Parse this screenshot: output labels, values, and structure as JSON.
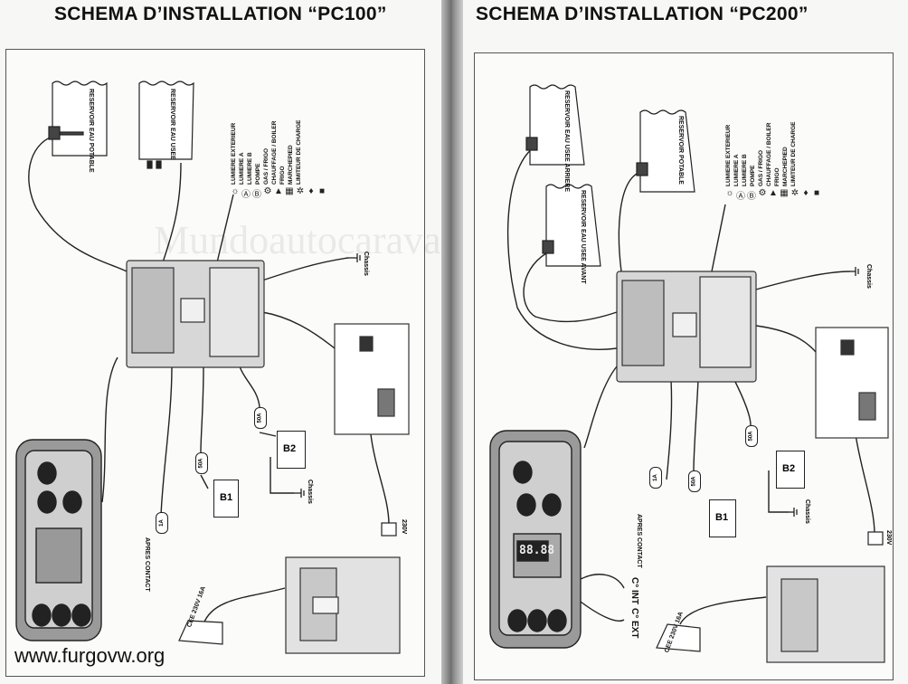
{
  "left": {
    "title": "SCHEMA D’INSTALLATION “PC100”",
    "tank_potable": "RESERVOIR EAU POTABLE",
    "tank_usee": "RESERVOIR EAU USEE",
    "legend": [
      "LUMIERE EXTERIEUR",
      "LUMIERE A",
      "LUMIERE B",
      "POMPE",
      "GAS / FRIGO",
      "CHAUFFAGE / BOILER",
      "FRIGO",
      "MARCHEPIED",
      "LIMITEUR DE CHARGE"
    ],
    "chassis": "Chassis",
    "fuse_a": "50A",
    "fuse_b": "50A",
    "fuse_c": "1A",
    "battery_1": "B1",
    "battery_2": "B2",
    "apres_contact": "APRES CONTACT",
    "voltage": "230V",
    "cee": "CEE 230V 16A"
  },
  "right": {
    "title": "SCHEMA D’INSTALLATION “PC200”",
    "tank_usee_arriere": "RESERVOIR EAU USEE ARRIERE",
    "tank_potable": "RESERVOIR POTABLE",
    "tank_usee_avant": "RESERVOIR EAU USEE AVANT",
    "legend": [
      "LUMIERE EXTERIEUR",
      "LUMIERE A",
      "LUMIERE B",
      "POMPE",
      "GAS / FRIGO",
      "CHAUFFAGE / BOILER",
      "FRIGO",
      "MARCHEPIED",
      "LIMITEUR DE CHARGE"
    ],
    "chassis": "Chassis",
    "fuse_a": "50A",
    "fuse_b": "50A",
    "fuse_c": "1A",
    "battery_1": "B1",
    "battery_2": "B2",
    "apres_contact": "APRES CONTACT",
    "voltage": "230V",
    "cee": "CEE 230V 16A",
    "sensor_int": "C° INT",
    "sensor_ext": "C° EXT",
    "display_value": "88.88"
  },
  "watermark": "Mundoautocaravana",
  "footer": "www.furgovw.org"
}
